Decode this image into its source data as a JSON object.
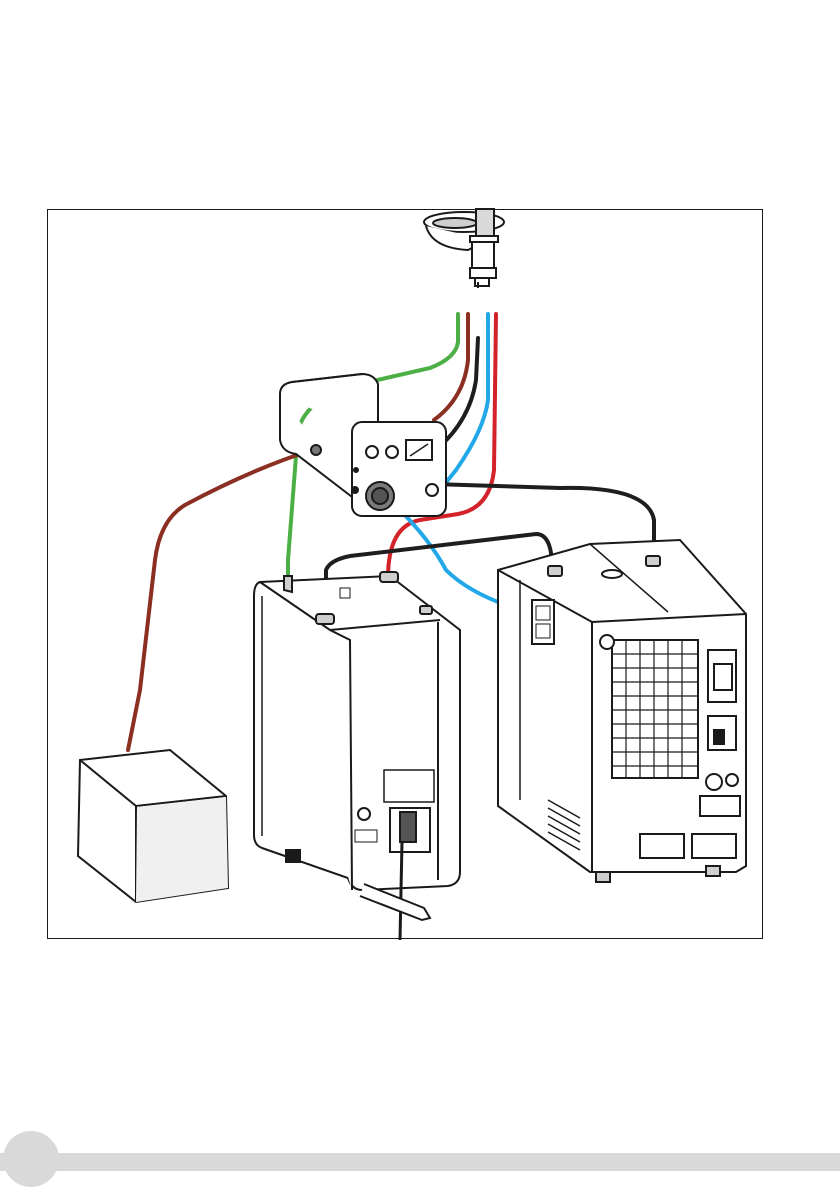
{
  "figure": {
    "title": "",
    "cable_colors": {
      "green": "#4caf45",
      "brown": "#8b2f22",
      "black": "#1e1e1e",
      "blue": "#22a8e8",
      "red": "#d4222a"
    },
    "parts": [
      "aspirator-nozzle",
      "control-box",
      "storage-tank",
      "cooling-unit",
      "power-adapter-box",
      "power-plug"
    ]
  },
  "footer": {
    "page_number": ""
  }
}
